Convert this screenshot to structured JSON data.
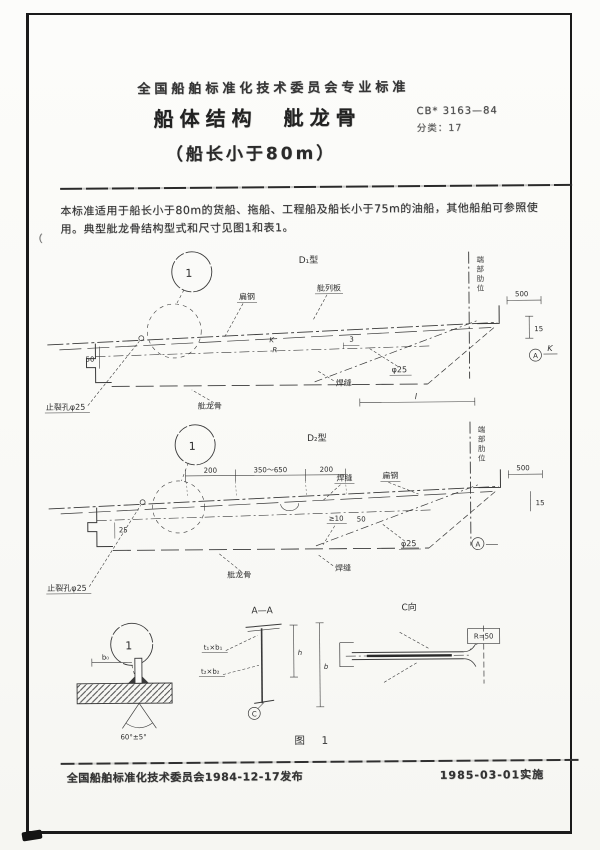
{
  "doc": {
    "header": "全国船舶标准化技术委员会专业标准",
    "title": "船体结构　舭龙骨",
    "standard_no": "CB* 3163—84",
    "standard_sub": "分类：17",
    "subtitle": "（船长小于80m）",
    "para_line1": "本标准适用于船长小于80m的货船、拖船、工程船及船长小于75m的油船，其他船舶可参照使",
    "para_line2": "用。典型舭龙骨结构型式和尺寸见图1和表1。",
    "margin_mark": "（",
    "figure_caption": "图　1",
    "footer_left": "全国船舶标准化技术委员会1984-12-17发布",
    "footer_right": "1985-03-01实施"
  },
  "figure": {
    "d1": {
      "type_label": "D₁型",
      "detail_no": "1",
      "label_flat_bar": "扁钢",
      "label_strake": "舭列板",
      "label_weld": "焊缝",
      "label_phi25": "φ25",
      "label_keel": "舭龙骨",
      "label_crack_hole": "止裂孔φ25",
      "dim_500": "500",
      "dim_50": "50",
      "dim_15": "15",
      "dim_3": "3",
      "dim_l": "l",
      "mark_K": "K",
      "mark_R": "R",
      "mark_A": "A",
      "note_vertical": "端部肋位"
    },
    "d2": {
      "type_label": "D₂型",
      "detail_no": "1",
      "dim_200a": "200",
      "dim_mid": "350～650",
      "dim_200b": "200",
      "label_weld_top": "焊缝",
      "label_flat_bar": "扁钢",
      "dim_ge10": "≥10",
      "dim_50": "50",
      "dim_25": "25",
      "label_phi25": "φ25",
      "label_weld_bottom": "焊缝",
      "label_keel": "舭龙骨",
      "label_crack_hole": "止裂孔φ25",
      "dim_500": "500",
      "dim_15": "15",
      "mark_A": "A",
      "note_vertical": "端部肋位"
    },
    "d3": {
      "detail_no": "1",
      "dim_b0": "b₀",
      "angle": "60°±5°",
      "section_title": "A—A",
      "label_t1": "t₁×b₁",
      "label_t2": "t₂×b₂",
      "mark_C": "C",
      "dim_h": "h",
      "dim_b": "b",
      "view_title": "C向",
      "box_R": "R=50"
    }
  }
}
